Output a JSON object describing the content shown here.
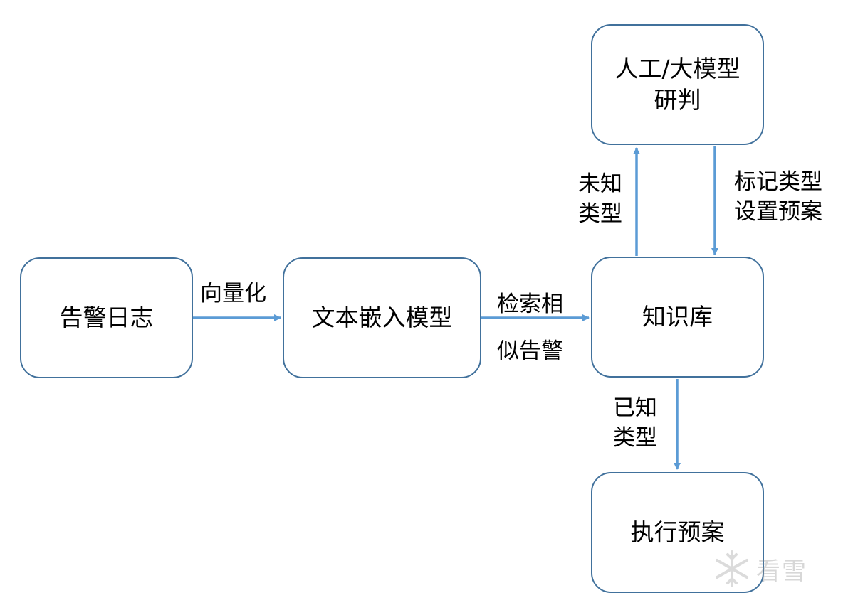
{
  "nodes": {
    "alert_log": "告警日志",
    "embedding_model": "文本嵌入模型",
    "knowledge_base": "知识库",
    "review": [
      "人工/大模型",
      "研判"
    ],
    "execute_plan": "执行预案"
  },
  "edges": {
    "vectorize": "向量化",
    "retrieve_similar": [
      "检索相",
      "似告警"
    ],
    "unknown_type": [
      "未知",
      "类型"
    ],
    "mark_type": [
      "标记类型",
      "设置预案"
    ],
    "known_type": [
      "已知",
      "类型"
    ]
  },
  "watermark": {
    "text": "看雪",
    "icon": "snowflake-icon"
  },
  "colors": {
    "box_border": "#41719C",
    "arrow": "#5B9BD5"
  }
}
